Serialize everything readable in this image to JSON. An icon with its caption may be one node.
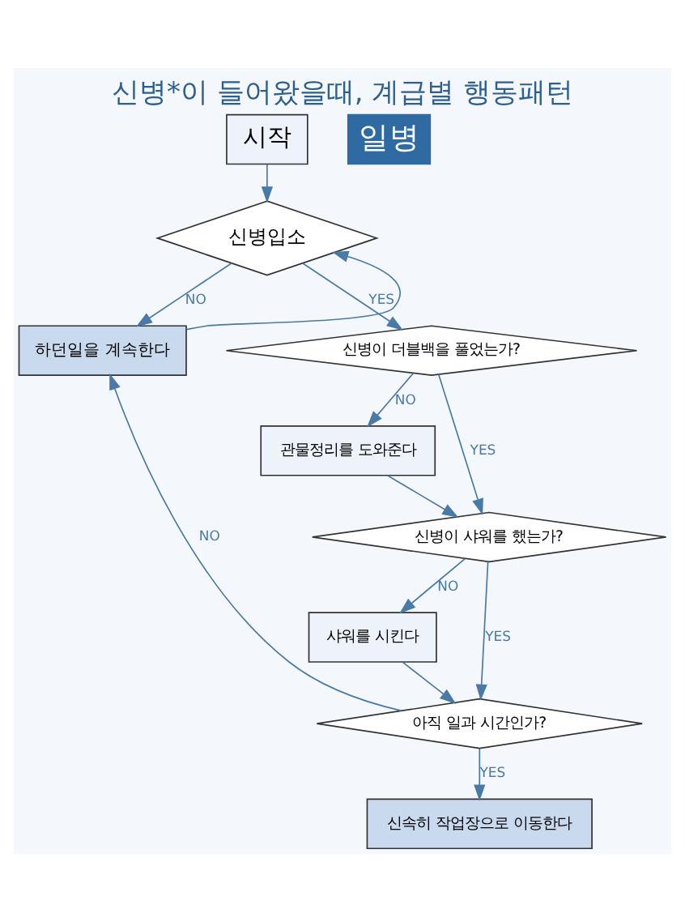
{
  "diagram": {
    "title": "신병*이 들어왔을때, 계급별 행동패턴",
    "nodes": [
      {
        "text": [
          "시작"
        ]
      },
      {
        "text": [
          "신병입소"
        ]
      },
      {
        "text": [
          "하던일을 계속한다"
        ]
      },
      {
        "text": [
          "신병이 더블백을 풀었는가?"
        ]
      },
      {
        "text": [
          "관물정리를 도와준다"
        ]
      },
      {
        "text": [
          "신병이 샤워를 했는가?"
        ]
      },
      {
        "text": [
          "샤워를 시킨다"
        ]
      },
      {
        "text": [
          "아직 일과 시간인가?"
        ]
      },
      {
        "text": [
          "신속히 작업장으로 이동한다"
        ]
      }
    ],
    "edges": [
      {
        "from": 0,
        "to": 1,
        "arrow": "to"
      },
      {
        "from": 1,
        "to": 3,
        "arrow": "to",
        "label": "YES"
      },
      {
        "from": 1,
        "to": 2,
        "arrow": "to",
        "label": "NO"
      },
      {
        "from": 2,
        "to": 1,
        "arrow": "to"
      },
      {
        "from": 3,
        "to": 5,
        "arrow": "to",
        "label": "YES"
      },
      {
        "from": 3,
        "to": 4,
        "arrow": "to",
        "label": "NO"
      },
      {
        "from": 4,
        "to": 5,
        "arrow": "to"
      },
      {
        "from": 5,
        "to": 7,
        "arrow": "to",
        "label": "YES"
      },
      {
        "from": 5,
        "to": 6,
        "arrow": "to",
        "label": "NO"
      },
      {
        "from": 6,
        "to": 7,
        "arrow": "to"
      },
      {
        "from": 7,
        "to": 8,
        "arrow": "to",
        "label": "YES"
      },
      {
        "from": 7,
        "to": 2,
        "arrow": "to",
        "label": "NO"
      }
    ],
    "labels": [
      "일병"
    ]
  }
}
